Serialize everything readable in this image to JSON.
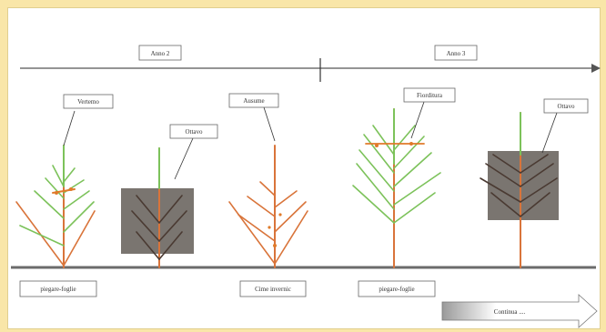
{
  "diagram": {
    "timeline": {
      "label_left": "Anno 2",
      "label_right": "Anno 3"
    },
    "callouts": [
      "Vertemo",
      "Ottavo",
      "Ausume",
      "Fiorditura",
      "Ottavo"
    ],
    "bottom_labels": [
      "piegare-foglie",
      "Cime invernic",
      "piegare-foglie"
    ],
    "continue_arrow_label": "Continua ...."
  },
  "colors": {
    "background": "#f9e6a8",
    "panel": "#ffffff",
    "axis": "#555555",
    "ground": "#6b6b6b",
    "trunk_orange": "#d9743a",
    "branch_green": "#7cc25a",
    "shade_box": "#7a7570",
    "bud": "#e07a2a"
  }
}
